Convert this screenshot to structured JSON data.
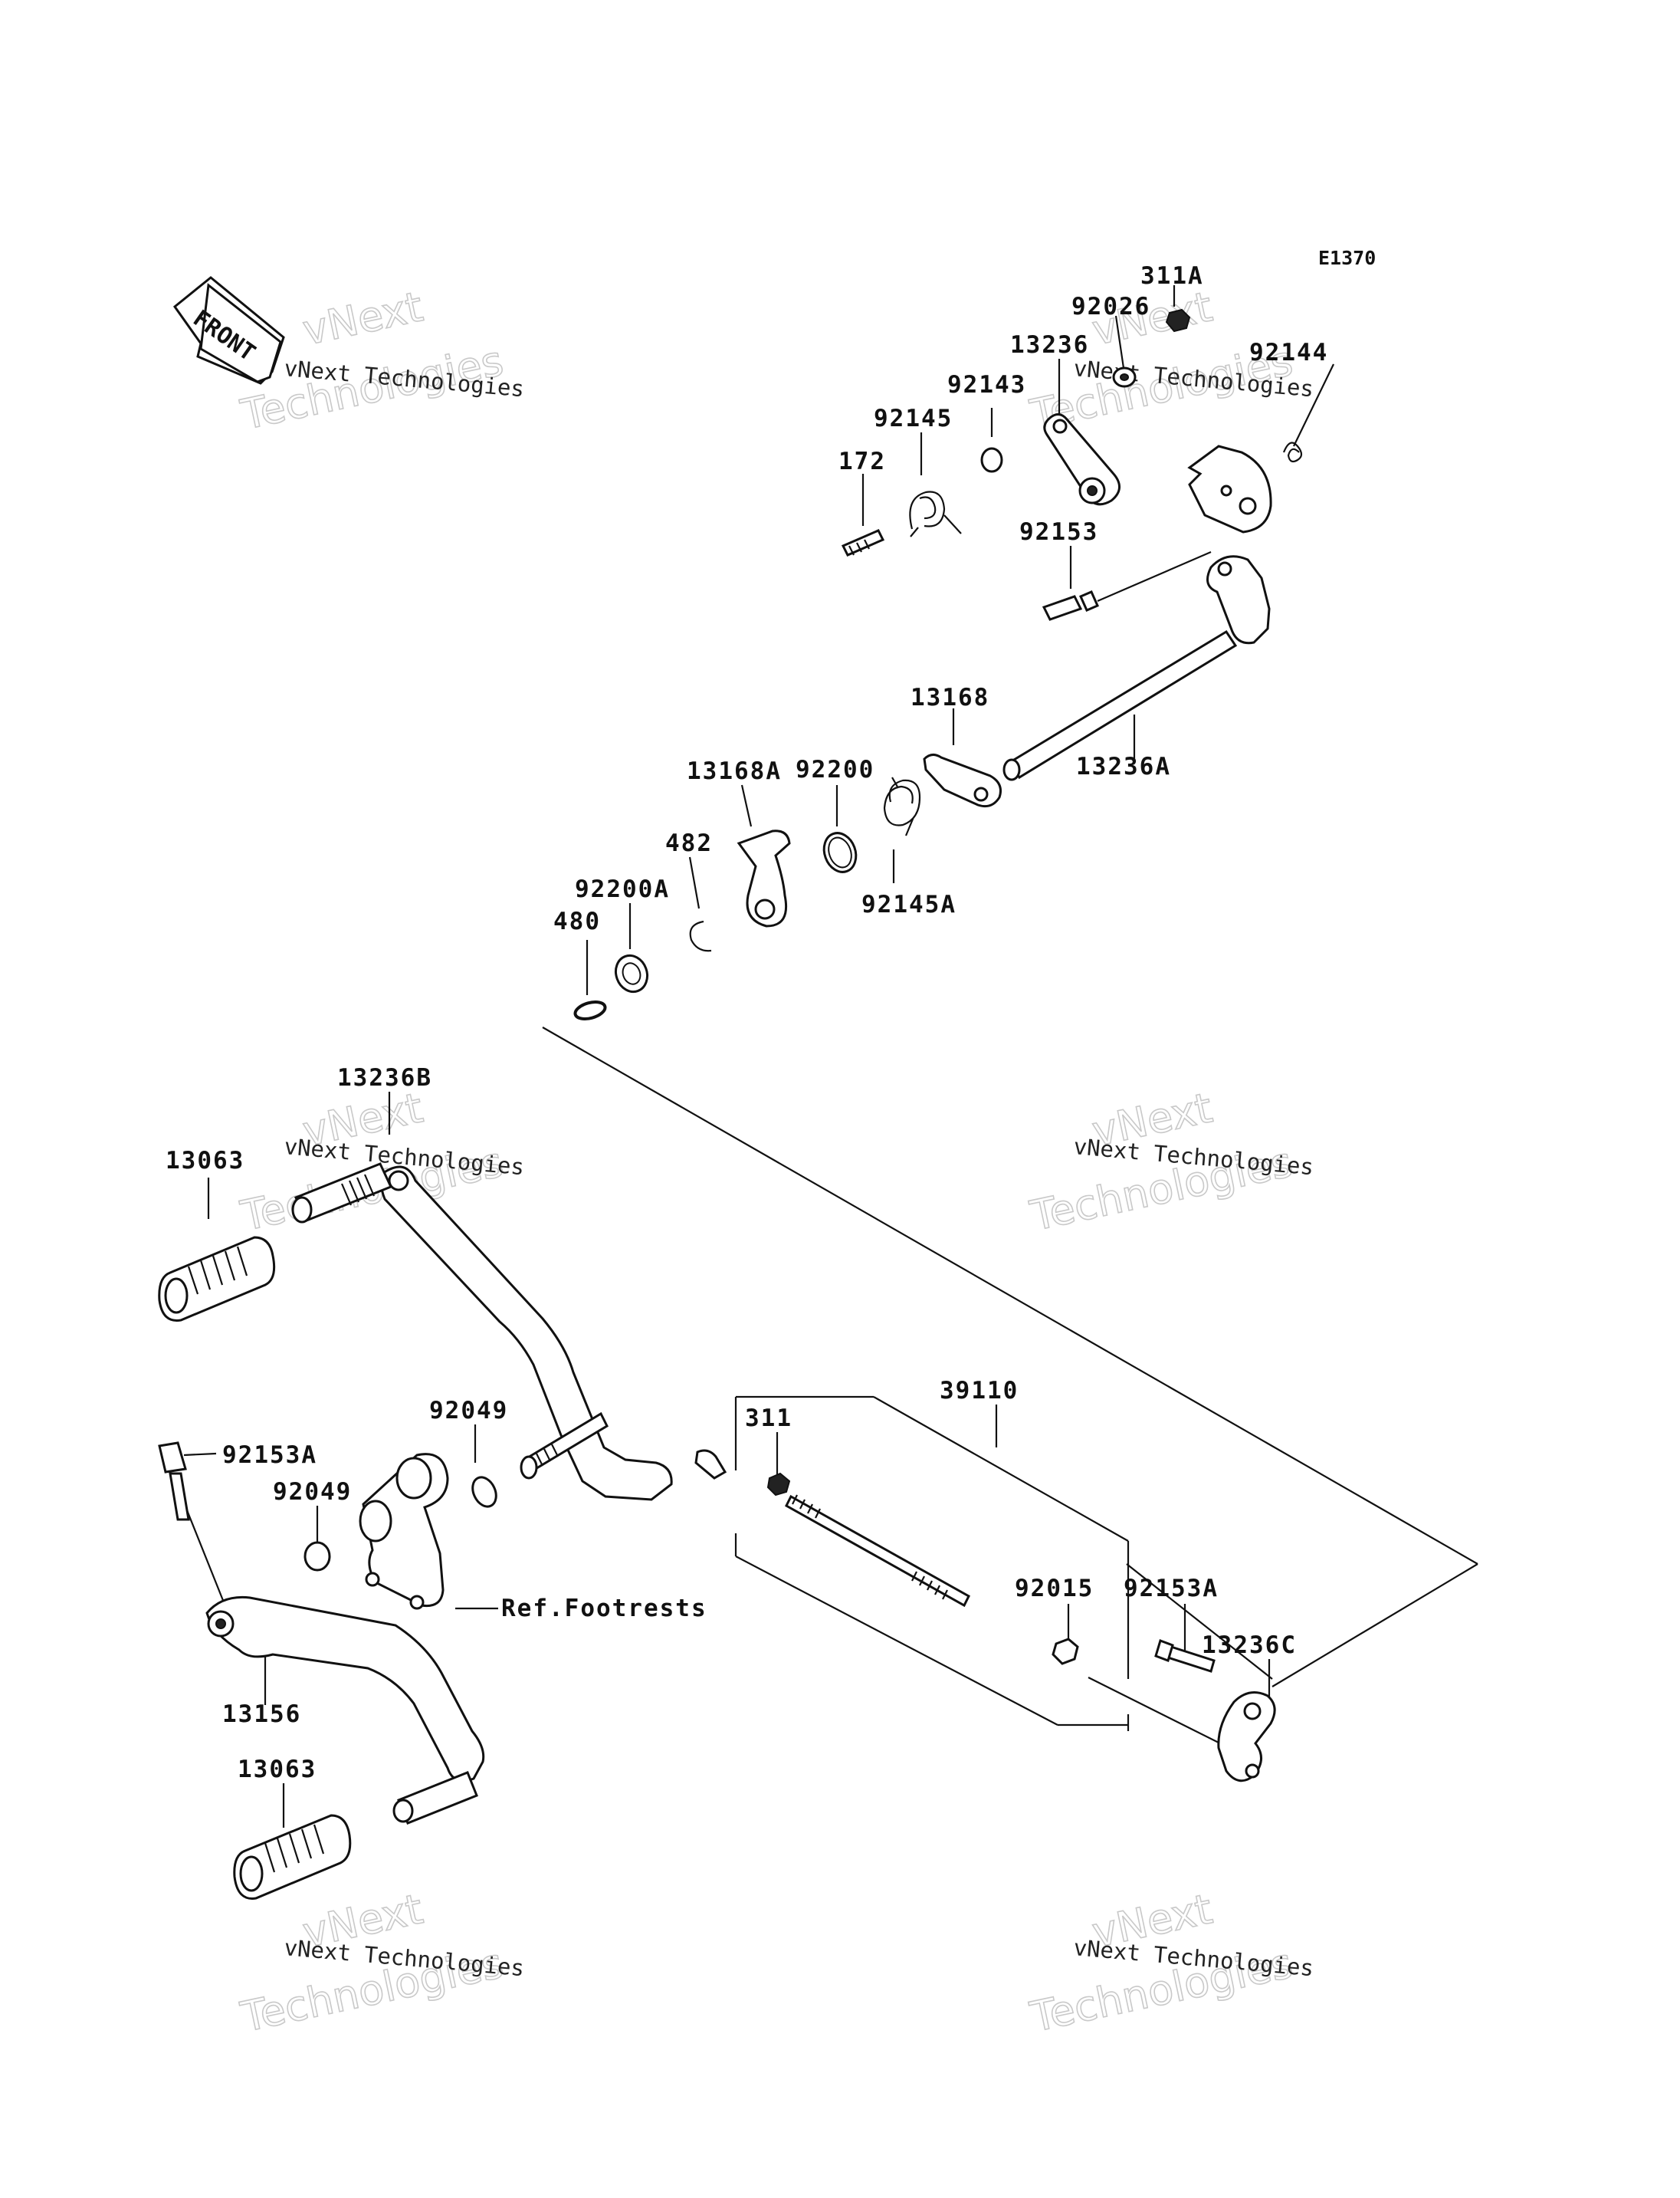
{
  "diagram_code": "E1370",
  "front_label": "FRONT",
  "parts": {
    "p311A": "311A",
    "p92026": "92026",
    "p92144": "92144",
    "p13236": "13236",
    "p92143": "92143",
    "p92145": "92145",
    "p172": "172",
    "p92153": "92153",
    "p13168": "13168",
    "p13236A": "13236A",
    "p13168A": "13168A",
    "p92200": "92200",
    "p482": "482",
    "p92200A": "92200A",
    "p480": "480",
    "p92145A": "92145A",
    "p13236B": "13236B",
    "p13063_top": "13063",
    "p92049_upper": "92049",
    "p39110": "39110",
    "p311": "311",
    "p92153A_left": "92153A",
    "p92049_lower": "92049",
    "ref_footrests": "Ref.Footrests",
    "p92015": "92015",
    "p92153A_right": "92153A",
    "p13236C": "13236C",
    "p13156": "13156",
    "p13063_bottom": "13063"
  },
  "watermarks": {
    "brand_small": "vNext Technologies",
    "brand_big_1": "vNext",
    "brand_big_2": "Technologies"
  }
}
